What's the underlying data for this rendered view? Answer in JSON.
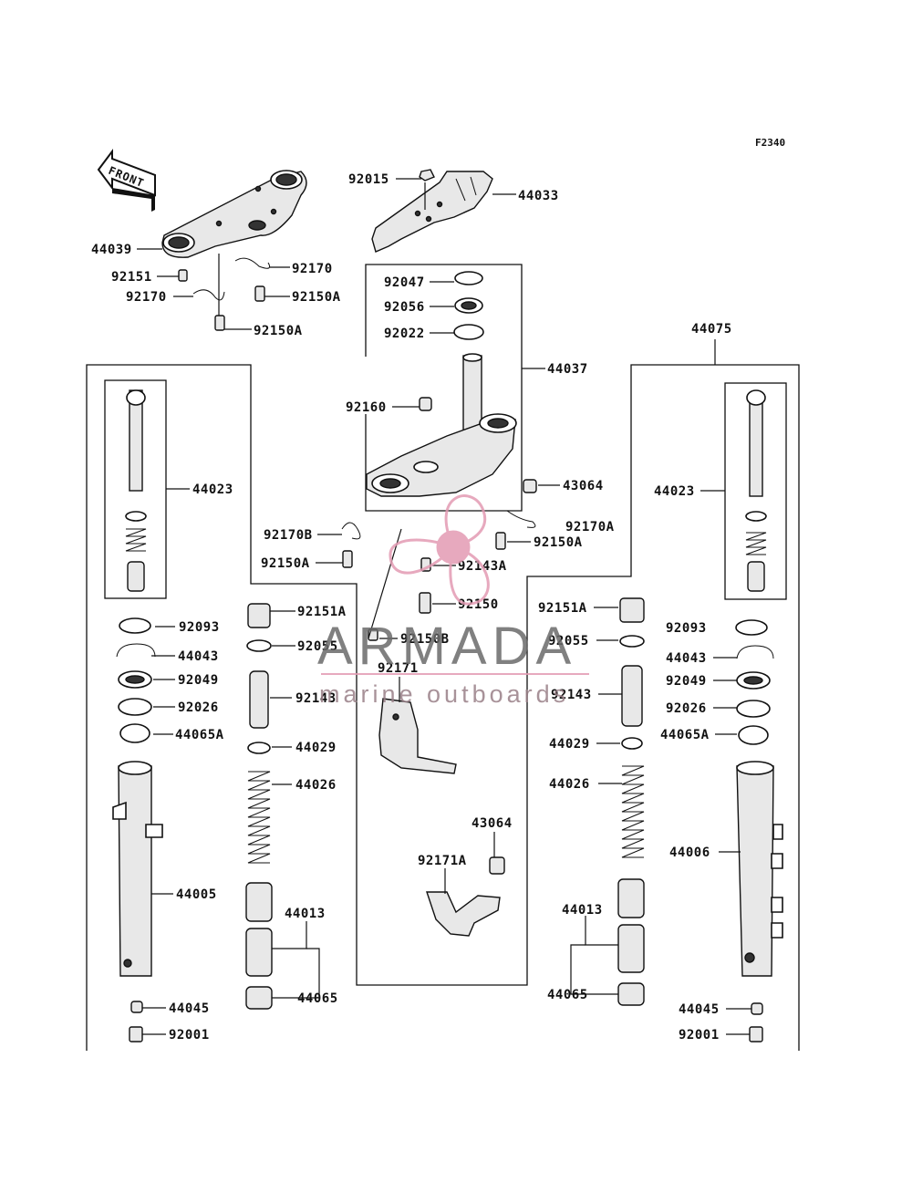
{
  "figure_code": "F2340",
  "front_badge": "FRONT",
  "watermark": {
    "brand": "ARMADA",
    "tagline": "marine outboards",
    "color": "#e39bb3"
  },
  "labels": [
    {
      "id": "l92015",
      "text": "92015"
    },
    {
      "id": "l44033",
      "text": "44033"
    },
    {
      "id": "l44039",
      "text": "44039"
    },
    {
      "id": "l92151",
      "text": "92151"
    },
    {
      "id": "l92170a",
      "text": "92170"
    },
    {
      "id": "l92170b",
      "text": "92170"
    },
    {
      "id": "l92150Aa",
      "text": "92150A"
    },
    {
      "id": "l92150Ab",
      "text": "92150A"
    },
    {
      "id": "l92047",
      "text": "92047"
    },
    {
      "id": "l92056",
      "text": "92056"
    },
    {
      "id": "l92022",
      "text": "92022"
    },
    {
      "id": "l44075",
      "text": "44075"
    },
    {
      "id": "l44037",
      "text": "44037"
    },
    {
      "id": "l92160",
      "text": "92160"
    },
    {
      "id": "l43064a",
      "text": "43064"
    },
    {
      "id": "l44023L",
      "text": "44023"
    },
    {
      "id": "l44023R",
      "text": "44023"
    },
    {
      "id": "l92170B",
      "text": "92170B"
    },
    {
      "id": "l92170A",
      "text": "92170A"
    },
    {
      "id": "l92150Ac",
      "text": "92150A"
    },
    {
      "id": "l92150Ad",
      "text": "92150A"
    },
    {
      "id": "l92143A",
      "text": "92143A"
    },
    {
      "id": "l92150",
      "text": "92150"
    },
    {
      "id": "l92151AL",
      "text": "92151A"
    },
    {
      "id": "l92151AR",
      "text": "92151A"
    },
    {
      "id": "l92093L",
      "text": "92093"
    },
    {
      "id": "l92093R",
      "text": "92093"
    },
    {
      "id": "l92150B",
      "text": "92150B"
    },
    {
      "id": "l92055L",
      "text": "92055"
    },
    {
      "id": "l92055R",
      "text": "92055"
    },
    {
      "id": "l44043L",
      "text": "44043"
    },
    {
      "id": "l44043R",
      "text": "44043"
    },
    {
      "id": "l92171",
      "text": "92171"
    },
    {
      "id": "l92049L",
      "text": "92049"
    },
    {
      "id": "l92049R",
      "text": "92049"
    },
    {
      "id": "l92143L",
      "text": "92143"
    },
    {
      "id": "l92143R",
      "text": "92143"
    },
    {
      "id": "l92026L",
      "text": "92026"
    },
    {
      "id": "l92026R",
      "text": "92026"
    },
    {
      "id": "l44065AL",
      "text": "44065A"
    },
    {
      "id": "l44065AR",
      "text": "44065A"
    },
    {
      "id": "l44029L",
      "text": "44029"
    },
    {
      "id": "l44029R",
      "text": "44029"
    },
    {
      "id": "l44026L",
      "text": "44026"
    },
    {
      "id": "l44026R",
      "text": "44026"
    },
    {
      "id": "l43064b",
      "text": "43064"
    },
    {
      "id": "l44006",
      "text": "44006"
    },
    {
      "id": "l92171A",
      "text": "92171A"
    },
    {
      "id": "l44005",
      "text": "44005"
    },
    {
      "id": "l44013L",
      "text": "44013"
    },
    {
      "id": "l44013R",
      "text": "44013"
    },
    {
      "id": "l44065L",
      "text": "44065"
    },
    {
      "id": "l44065R",
      "text": "44065"
    },
    {
      "id": "l44045L",
      "text": "44045"
    },
    {
      "id": "l44045R",
      "text": "44045"
    },
    {
      "id": "l92001L",
      "text": "92001"
    },
    {
      "id": "l92001R",
      "text": "92001"
    }
  ]
}
